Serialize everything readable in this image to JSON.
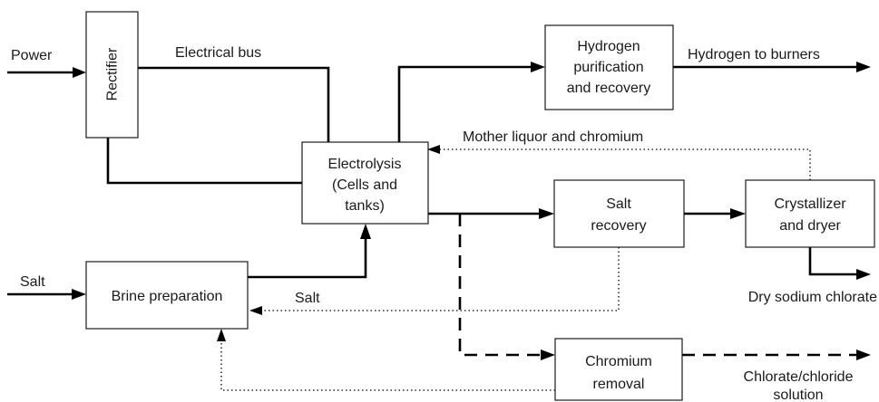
{
  "boxes": {
    "rectifier": "Rectifier",
    "electrolysis": [
      "Electrolysis",
      "(Cells and",
      "tanks)"
    ],
    "hydrogen_purification": [
      "Hydrogen",
      "purification",
      "and recovery"
    ],
    "salt_recovery": [
      "Salt",
      "recovery"
    ],
    "crystallizer": [
      "Crystallizer",
      "and dryer"
    ],
    "brine_preparation": "Brine preparation",
    "chromium_removal": [
      "Chromium",
      "removal"
    ]
  },
  "flows": {
    "power": "Power",
    "electrical_bus": "Electrical bus",
    "hydrogen_to_burners": "Hydrogen to burners",
    "mother_liquor": "Mother liquor and chromium",
    "salt_in": "Salt",
    "salt_return": "Salt",
    "dry_sodium_chlorate": "Dry sodium chlorate",
    "chlorate_chloride": [
      "Chlorate/chloride",
      "solution"
    ]
  }
}
